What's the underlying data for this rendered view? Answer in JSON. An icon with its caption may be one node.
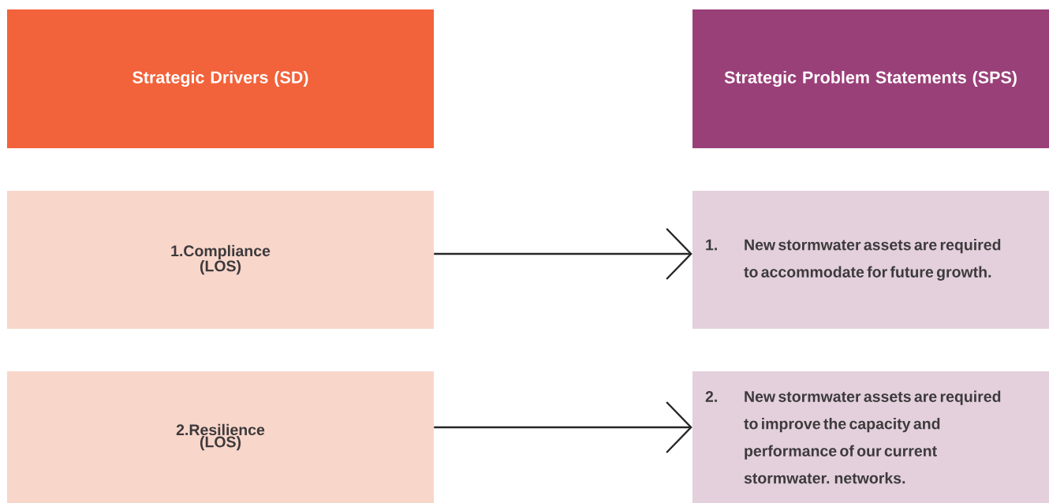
{
  "diagram": {
    "nodes": [
      {
        "text": [
          "Strategic Drivers (SD)"
        ]
      },
      {
        "text": [
          "Strategic Problem Statements (SPS)"
        ]
      },
      {
        "text": [
          "1.Compliance (LOS)"
        ]
      },
      {
        "text": [
          "1.",
          "New stormwater assets are required to accommodate for future growth."
        ]
      },
      {
        "text": [
          "2.Resilience (LOS)"
        ]
      },
      {
        "text": [
          "2.",
          "New stormwater assets are required to improve the capacity and performance of our current stormwater. networks."
        ]
      }
    ],
    "edges": [
      {
        "from": 2,
        "to": 3,
        "arrow": "to"
      },
      {
        "from": 4,
        "to": 5,
        "arrow": "to"
      }
    ]
  }
}
